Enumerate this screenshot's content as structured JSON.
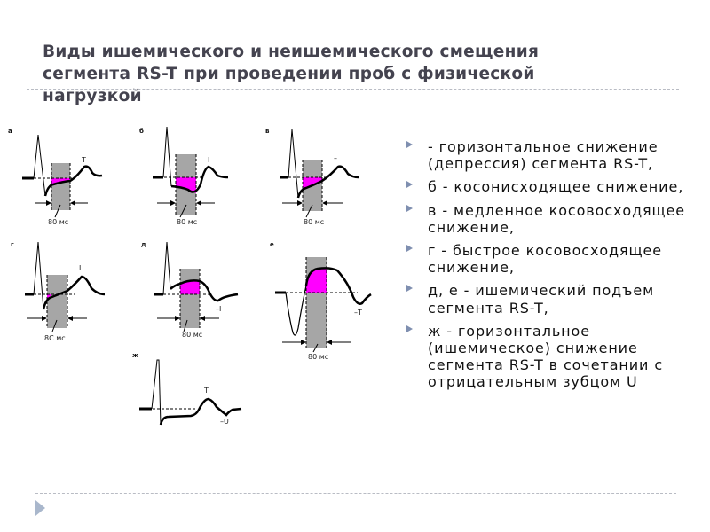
{
  "title": {
    "lines": [
      "Виды ишемического и неишемического смещения",
      "сегмента RS-T при проведении проб с физической",
      "нагрузкой"
    ]
  },
  "figure": {
    "panels": [
      {
        "label": "а",
        "duration": "80 мс",
        "wave": "T"
      },
      {
        "label": "б",
        "duration": "80 мс",
        "wave": "I"
      },
      {
        "label": "в",
        "duration": "80 мс",
        "wave": "–"
      },
      {
        "label": "г",
        "duration": "8С мс",
        "wave": "I"
      },
      {
        "label": "д",
        "duration": "80 мс",
        "wave": "–I"
      },
      {
        "label": "е",
        "duration": "80 мс",
        "wave": "–T"
      },
      {
        "label": "ж",
        "wave": "T",
        "wave2": "–U"
      }
    ],
    "colors": {
      "segment": "#ff00ff",
      "window": "#a6a6a6",
      "trace": "#000000"
    }
  },
  "bullets": [
    "- горизонтальное снижение (депрессия) сегмента RS-T,",
    "б - косонисходящее снижение,",
    "в - медленное косовосходящее снижение,",
    "г - быстрое косовосходящее снижение,",
    "д, е - ишемический подъем сегмента RS-T,",
    "ж - горизонтальное (ишемическое) снижение сегмента RS-T в сочетании с отрицательным зубцом U"
  ]
}
